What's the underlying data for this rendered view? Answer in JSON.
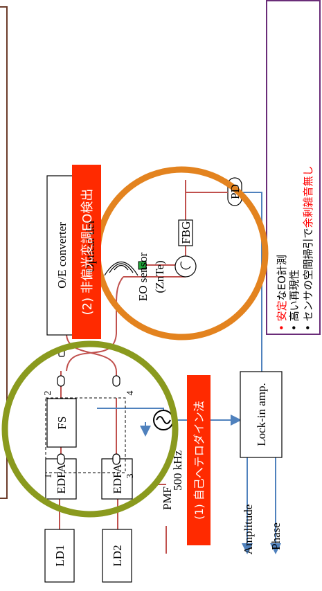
{
  "components": {
    "ld1": "LD1",
    "ld2": "LD2",
    "edfa_top": "EDFA",
    "edfa_bottom": "EDFA",
    "fs": "FS",
    "oe_converter": "O/E converter",
    "optical_delay": "Optical del",
    "eo_sensor_line1": "EO sensor",
    "eo_sensor_line2": "(ZnTe)",
    "fbg": "FBG",
    "pd": "PD",
    "lockin": "Lock-in amp.",
    "freq": "500 kHz",
    "pmf": "PMF",
    "amplitude": "Amplitude",
    "phase": "Phase",
    "port1": "1",
    "port2": "2",
    "port3": "3",
    "port4": "4"
  },
  "banners": {
    "self_heterodyne": "(1) 自己へテロダイン法",
    "non_polarized": "(2) 非偏光変調EO検出"
  },
  "notes": {
    "item1_red": "安定",
    "item1_rest": "なEO計測",
    "item2": "高い再現性",
    "item3_black": "センサの空間掃引で",
    "item3_red": "余剰雑音無し"
  },
  "colors": {
    "fiber": "#c0504d",
    "signal": "#4f81bd",
    "olive": "#8a9a1e",
    "orange": "#e3831f",
    "banner": "#ff2a00",
    "brown_frame": "#6b3b2a",
    "purple_frame": "#6a2c78",
    "sensor_green": "#22a83a"
  }
}
